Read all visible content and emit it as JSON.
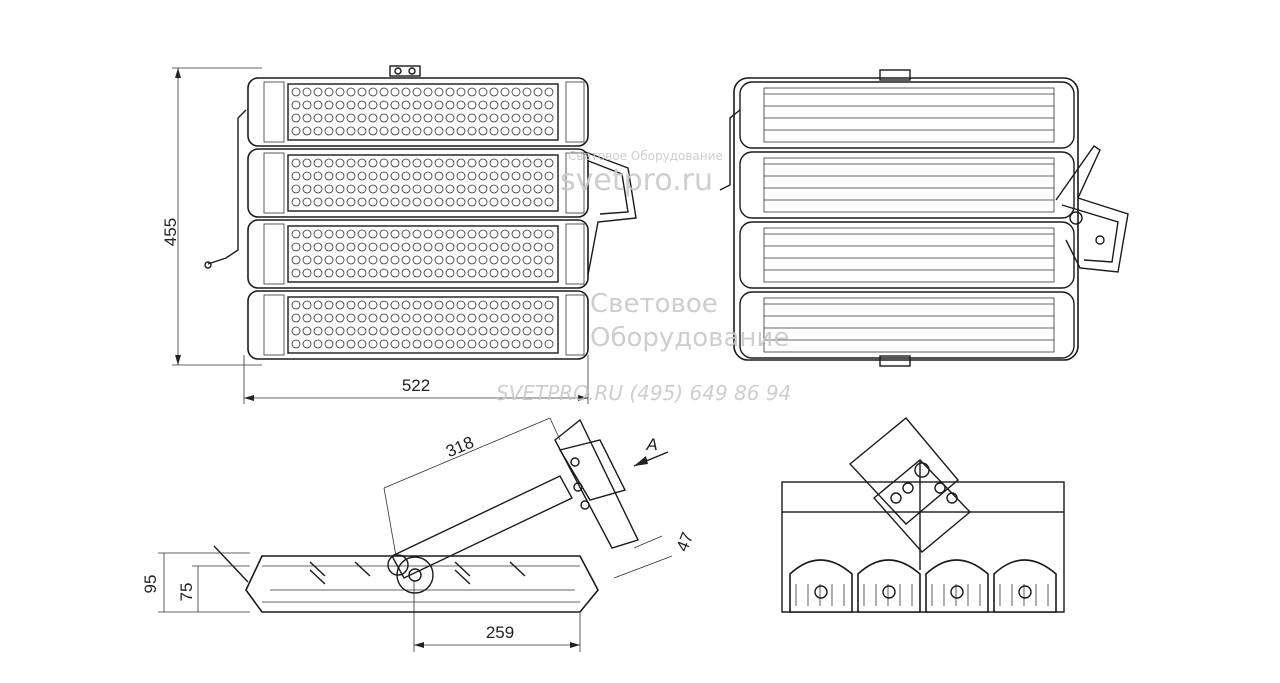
{
  "dimensions": {
    "width_front": "522",
    "height_front": "455",
    "arm_length": "318",
    "depth": "259",
    "height_total": "95",
    "height_body": "75",
    "offset": "47"
  },
  "view_label": "A",
  "watermark": {
    "company_small": "Световое Оборудование",
    "site_large": "svetpro.ru",
    "company_line1": "Световое",
    "company_line2": "Оборудование",
    "contact": "SVETPRO.RU    (495) 649 86 94"
  }
}
